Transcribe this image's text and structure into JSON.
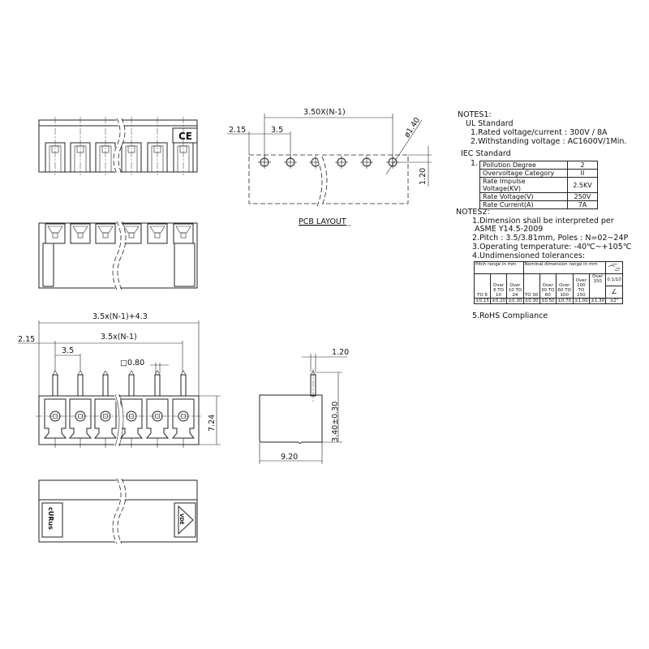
{
  "drawing": {
    "top_view": {
      "mark": "CE"
    },
    "bottom_view": {
      "marks": [
        "cURus",
        "VDE"
      ]
    },
    "pcb_layout": {
      "title": "PCB LAYOUT",
      "pitch_total": "3.50X(N-1)",
      "edge_offset": "2.15",
      "pitch": "3.5",
      "hole_diameter": "ø1.40",
      "row_offset": "1.20"
    },
    "front_view": {
      "overall_length": "3.5x(N-1)+4.3",
      "pitch_total": "3.5x(N-1)",
      "edge_offset": "2.15",
      "pitch": "3.5",
      "pin_size": "□0.80",
      "height": "7.24"
    },
    "side_view": {
      "pin_offset": "1.20",
      "pin_length": "3.40±0.30",
      "depth": "9.20"
    }
  },
  "notes1": {
    "title": "NOTES1:",
    "ul_title": "UL Standard",
    "ul_items": [
      "1.Rated voltage/current : 300V / 8A",
      "2.Withstanding voltage : AC1600V/1Min."
    ],
    "iec_title": "IEC Standard",
    "iec_index": "1.",
    "iec_table": [
      {
        "label": "Pollution Degree",
        "value": "2"
      },
      {
        "label": "Overvoltage Category",
        "value": "II"
      },
      {
        "label": "Rate Impulse Voltage(KV)",
        "value": "2.5KV"
      },
      {
        "label": "Rate Voltage(V)",
        "value": "250V"
      },
      {
        "label": "Rate Current(A)",
        "value": "7A"
      }
    ]
  },
  "notes2": {
    "title": "NOTES2:",
    "items": [
      "1.Dimension shall be interpreted per",
      "ASME Y14.5-2009",
      "2.Pitch : 3.5/3.81mm, Poles : N=02~24P",
      "3.Operating temperature: -40℃~+105℃",
      "4.Undimensioned tolerances:",
      "5.RoHS Compliance"
    ],
    "tolerance_table": {
      "pitch_header": "Pitch range in mm",
      "nominal_header": "Nominal dimension range in mm",
      "symbols_header": "—⌒⏥",
      "ranges": [
        "TO 6",
        "Over 6 TO 10",
        "Over 10 TO 24",
        "TO 30",
        "Over 30 TO 60",
        "Over 60 TO 100",
        "Over 100 TO 150",
        "Over 150"
      ],
      "tolerances": [
        "±0.15",
        "±0.20",
        "±0.30",
        "±0.30",
        "±0.50",
        "±0.70",
        "±1.00",
        "±1.30"
      ],
      "flatness": "0.1/10",
      "angle_symbol": "∠",
      "angle_tolerance": "±2°"
    }
  }
}
